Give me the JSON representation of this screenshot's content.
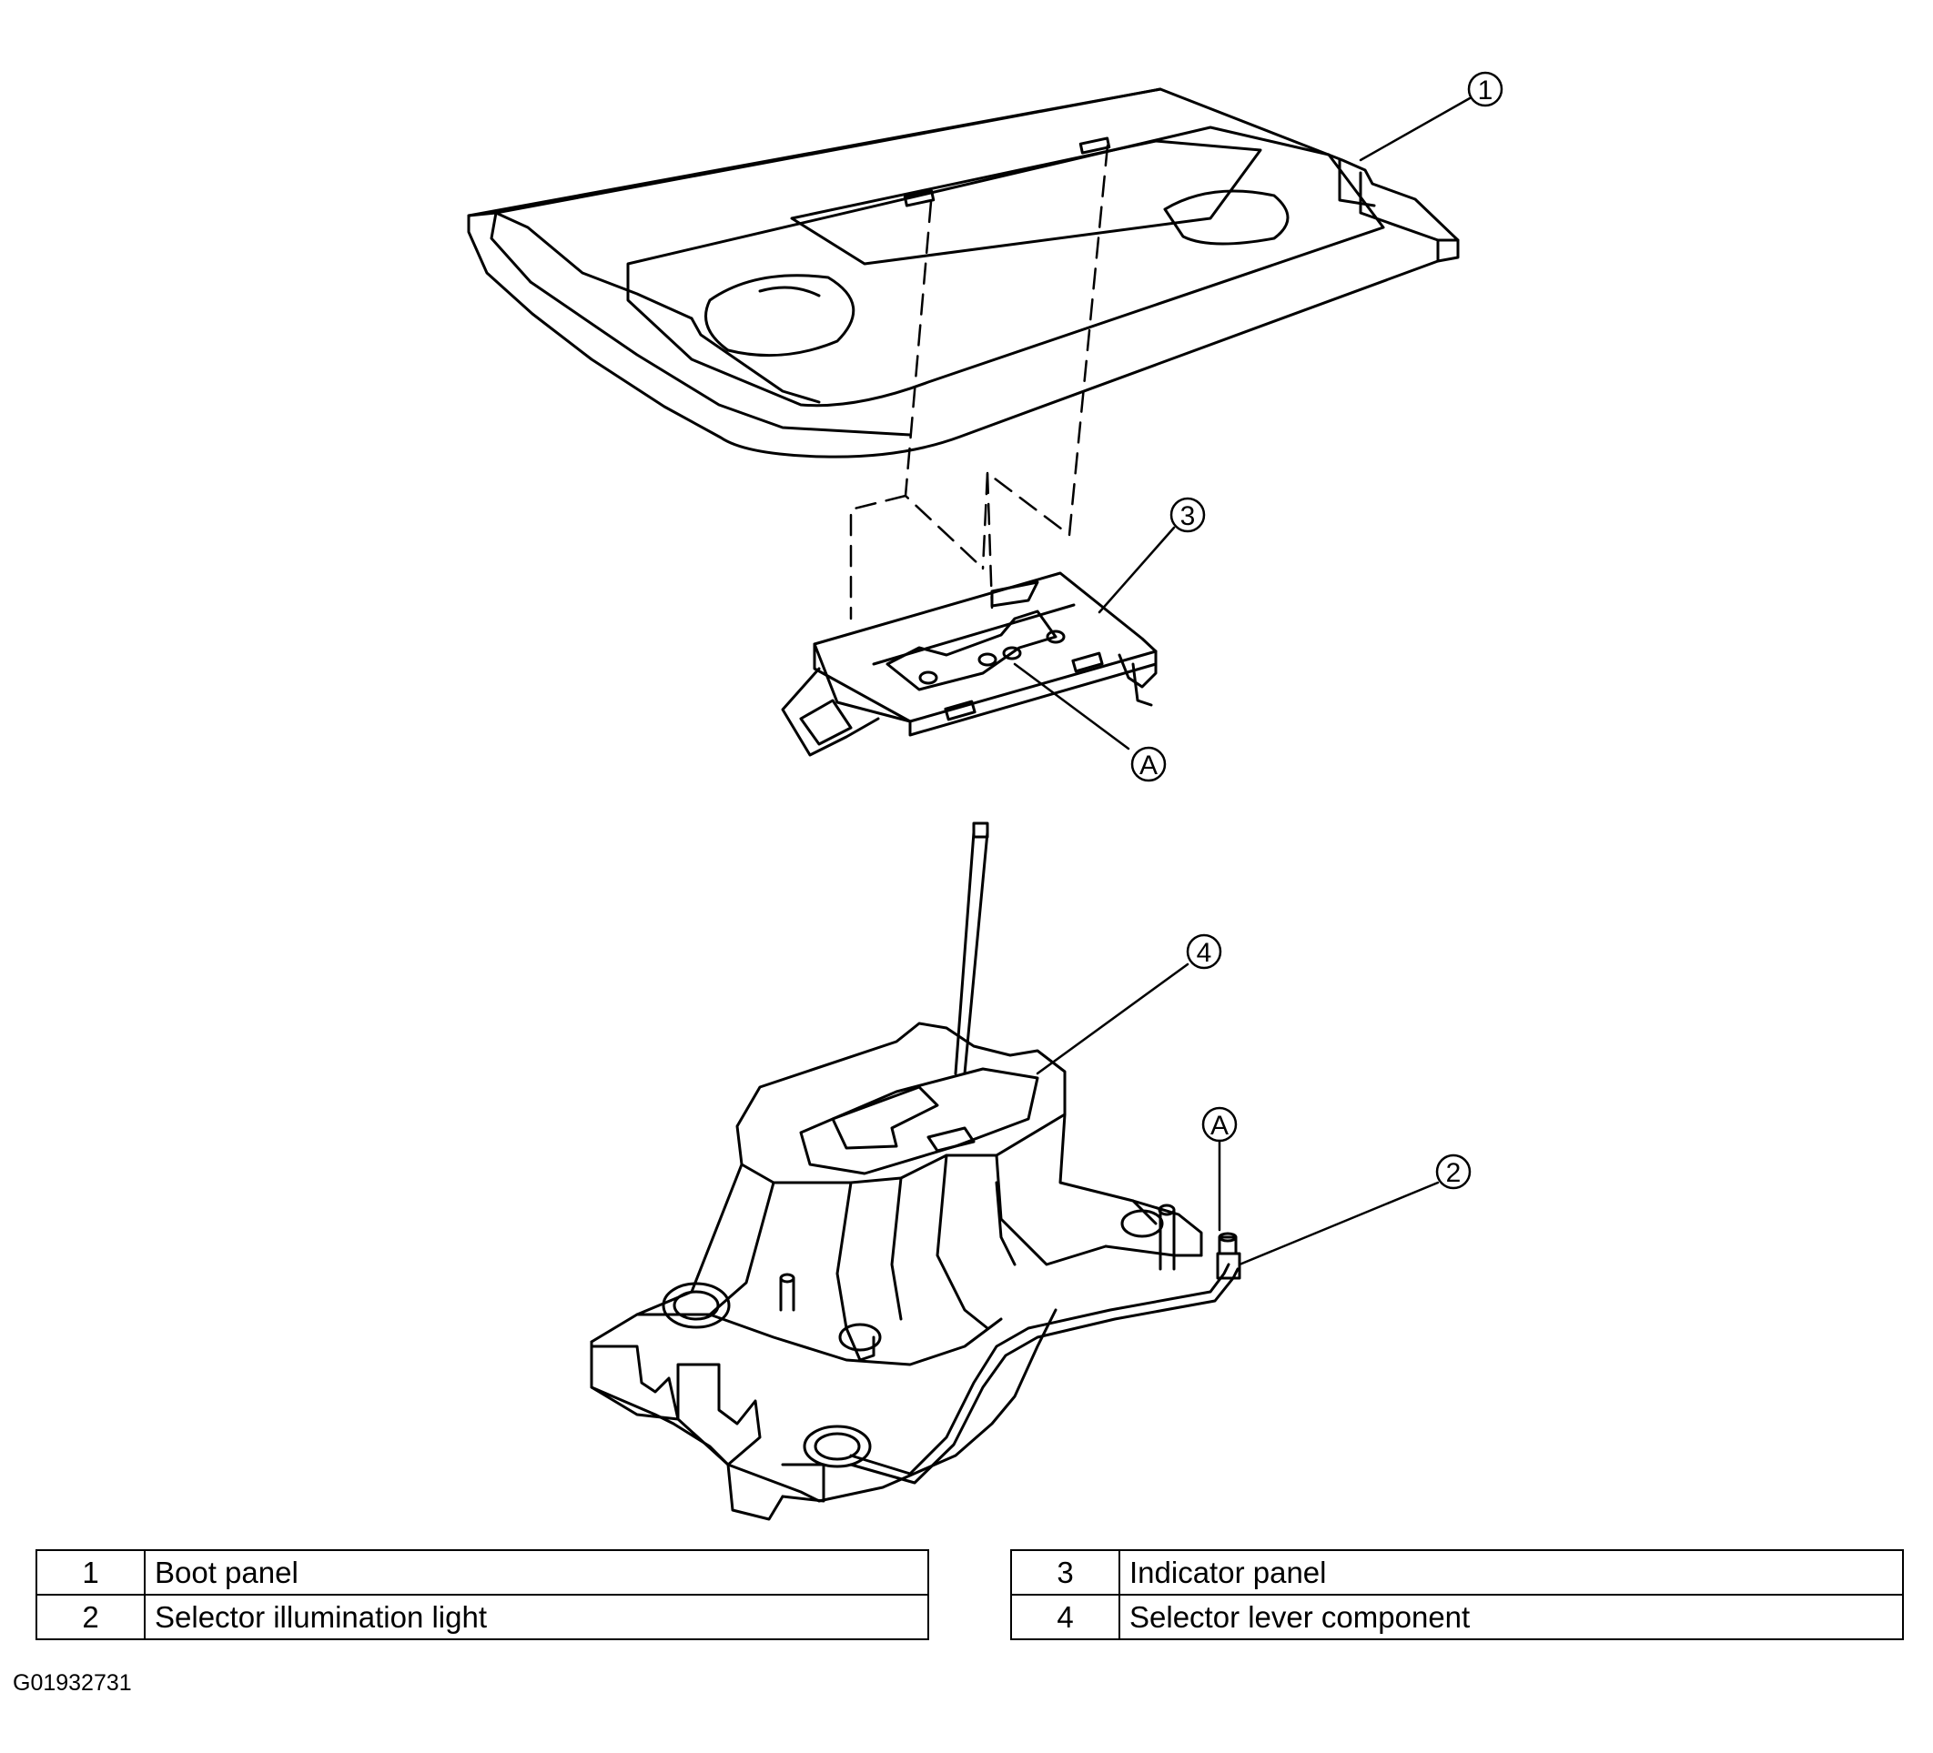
{
  "callouts": {
    "c1": "1",
    "c2": "2",
    "c3": "3",
    "c4": "4",
    "a_panel": "A",
    "a_light": "A"
  },
  "legend": {
    "left": [
      {
        "num": "1",
        "label": "Boot panel"
      },
      {
        "num": "2",
        "label": "Selector illumination light"
      }
    ],
    "right": [
      {
        "num": "3",
        "label": "Indicator panel"
      },
      {
        "num": "4",
        "label": "Selector lever component"
      }
    ]
  },
  "figure_id": "G01932731"
}
